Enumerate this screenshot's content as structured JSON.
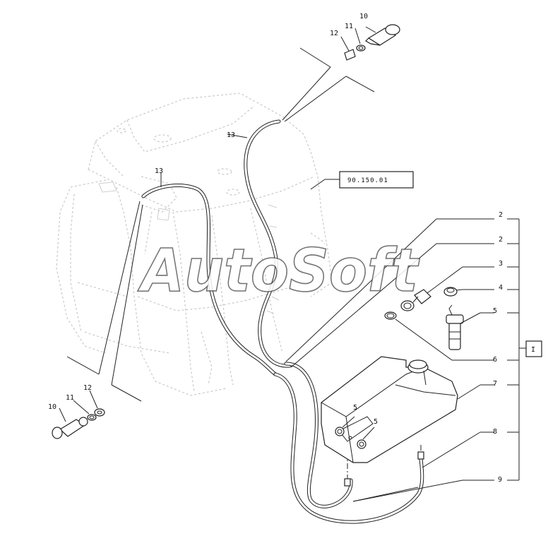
{
  "watermark": "AutoSoft",
  "reference_box": "90.150.01",
  "group_box": "I",
  "callouts": {
    "c2a": "2",
    "c2b": "2",
    "c3": "3",
    "c4": "4",
    "c5r": "5",
    "c5a": "5",
    "c5b": "5",
    "c6": "6",
    "c7": "7",
    "c8": "8",
    "c9": "9",
    "c10t": "10",
    "c11t": "11",
    "c12t": "12",
    "c13t": "13",
    "c13l": "13",
    "c10b": "10",
    "c11b": "11",
    "c12b": "12"
  }
}
